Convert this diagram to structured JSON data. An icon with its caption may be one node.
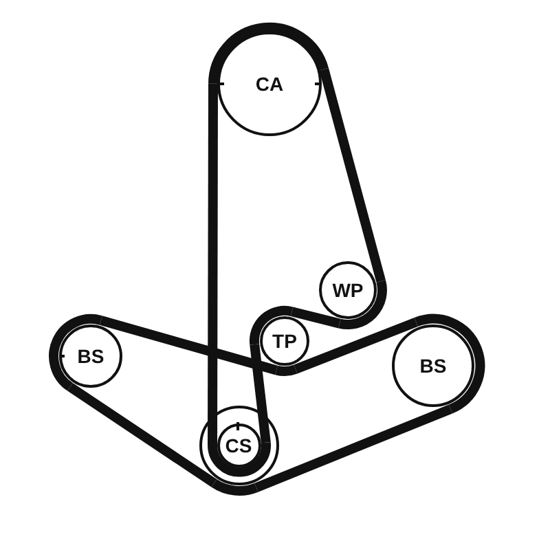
{
  "diagram": {
    "nodes": [
      {
        "text": [
          "CA"
        ]
      },
      {
        "text": [
          "WP"
        ]
      },
      {
        "text": [
          "TP"
        ]
      },
      {
        "text": [
          "BS"
        ]
      },
      {
        "text": [
          "BS"
        ]
      },
      {
        "text": [],
        "shape": "circle"
      },
      {
        "text": [
          "CS"
        ],
        "in": 5
      }
    ],
    "edges": [
      {
        "from": 0,
        "to": 6,
        "arrow": "none"
      },
      {
        "from": 6,
        "to": 2,
        "arrow": "none"
      },
      {
        "from": 2,
        "to": 1,
        "arrow": "none"
      },
      {
        "from": 1,
        "to": 0,
        "arrow": "none"
      },
      {
        "from": 3,
        "to": 2,
        "arrow": "none"
      },
      {
        "from": 2,
        "to": 4,
        "arrow": "none"
      },
      {
        "from": 4,
        "to": 5,
        "arrow": "none"
      },
      {
        "from": 5,
        "to": 3,
        "arrow": "none"
      }
    ]
  }
}
